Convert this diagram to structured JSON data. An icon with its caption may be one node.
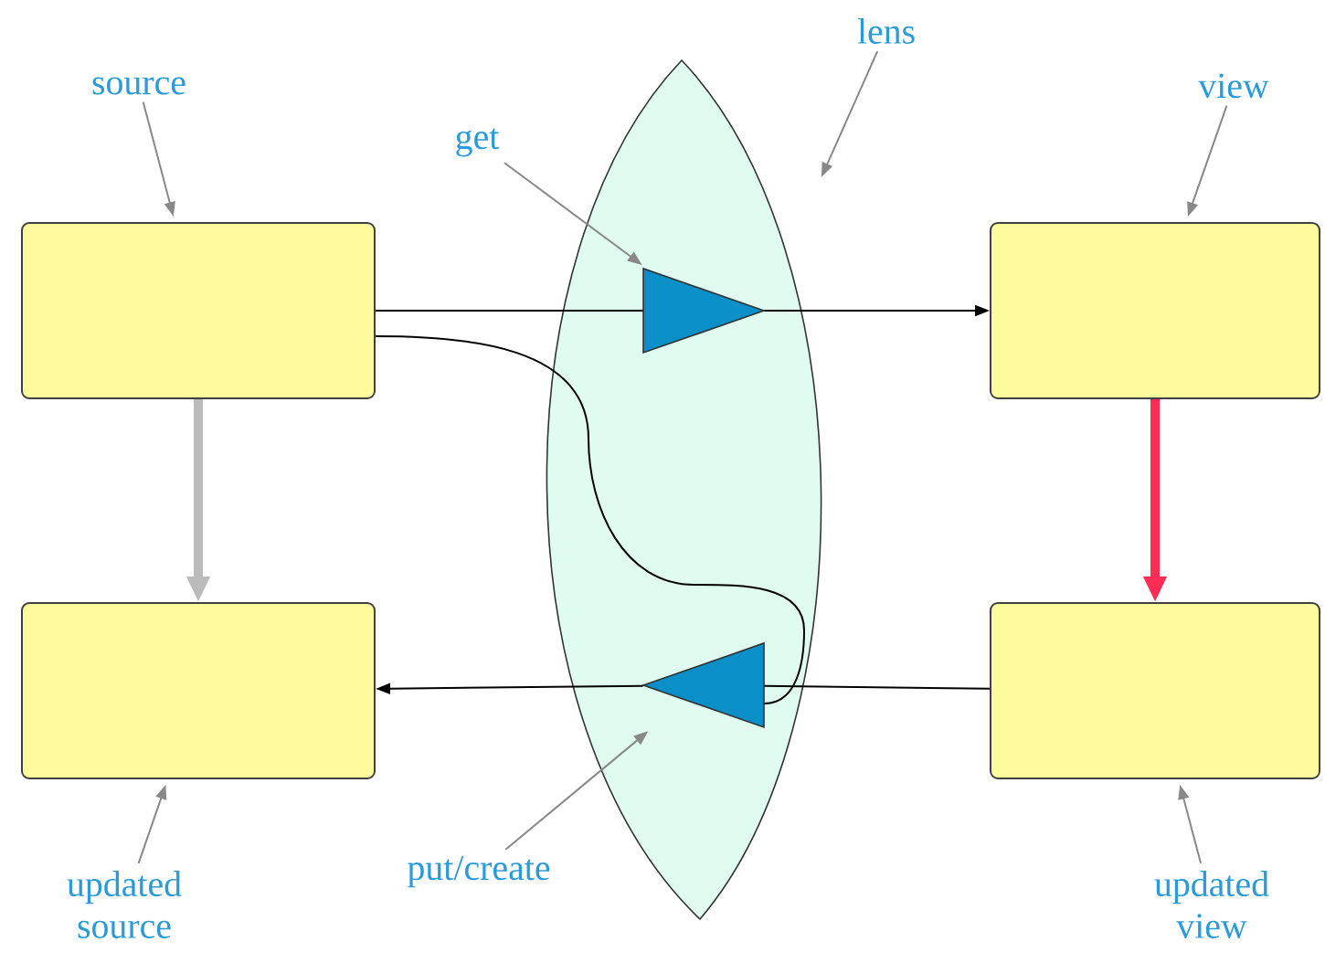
{
  "diagram": {
    "nodes": [
      {
        "text": [
          "source"
        ]
      },
      {
        "text": [
          "lens"
        ]
      },
      {
        "text": [
          "view"
        ]
      },
      {
        "text": [
          "get"
        ]
      },
      {
        "text": [],
        "shape": "lens"
      },
      {
        "text": [],
        "shape": "box"
      },
      {
        "text": [],
        "shape": "triangle",
        "in": 4
      },
      {
        "text": [],
        "shape": "box"
      },
      {
        "text": [],
        "shape": "box"
      },
      {
        "text": [],
        "shape": "triangle",
        "in": 4
      },
      {
        "text": [],
        "shape": "box"
      },
      {
        "text": [
          "put/create"
        ]
      },
      {
        "text": [
          "updated source"
        ]
      },
      {
        "text": [
          "updated view"
        ]
      }
    ],
    "edges": [
      {
        "from": 0,
        "to": 5,
        "arrow": "to",
        "color": "#888888"
      },
      {
        "from": 1,
        "to": 4,
        "arrow": "to",
        "color": "#888888"
      },
      {
        "from": 2,
        "to": 7,
        "arrow": "to",
        "color": "#888888"
      },
      {
        "from": 3,
        "to": 6,
        "arrow": "to",
        "color": "#888888"
      },
      {
        "from": 5,
        "to": 6,
        "arrow": "none",
        "color": "#000000"
      },
      {
        "from": 6,
        "to": 7,
        "arrow": "to",
        "color": "#000000"
      },
      {
        "from": 5,
        "to": 9,
        "arrow": "none",
        "color": "#000000"
      },
      {
        "from": 10,
        "to": 9,
        "arrow": "none",
        "color": "#000000"
      },
      {
        "from": 9,
        "to": 8,
        "arrow": "to",
        "color": "#000000"
      },
      {
        "from": 5,
        "to": 8,
        "arrow": "to",
        "style": "thick",
        "color": "#bbbbbb"
      },
      {
        "from": 7,
        "to": 10,
        "arrow": "to",
        "style": "thick",
        "color": "#ff2d55"
      },
      {
        "from": 11,
        "to": 9,
        "arrow": "to",
        "color": "#888888"
      },
      {
        "from": 12,
        "to": 8,
        "arrow": "to",
        "color": "#888888"
      },
      {
        "from": 13,
        "to": 10,
        "arrow": "to",
        "color": "#888888"
      }
    ]
  }
}
